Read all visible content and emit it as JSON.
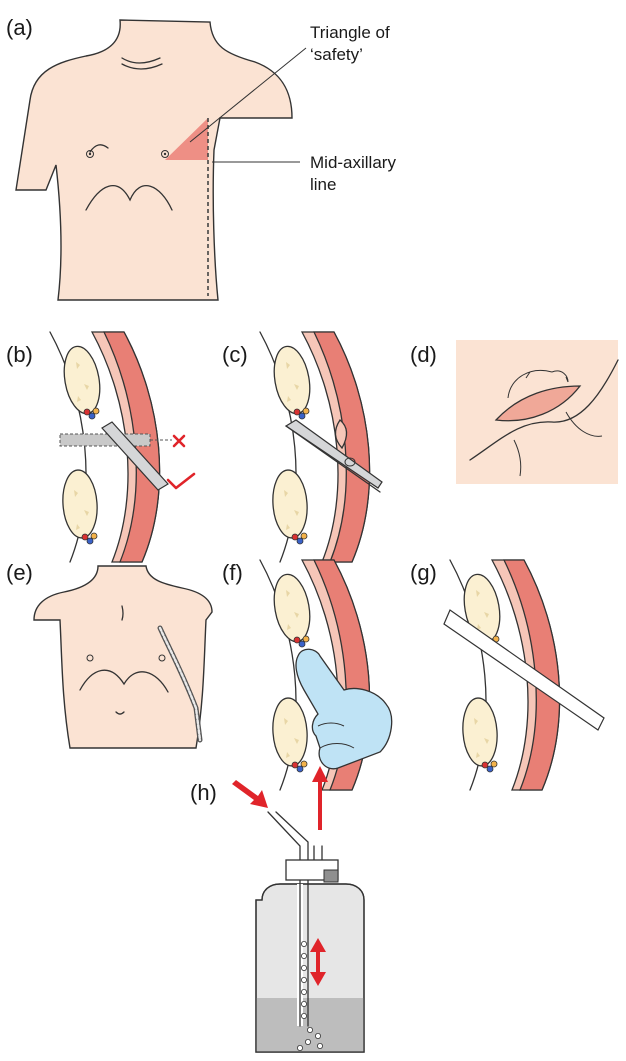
{
  "panel_labels": {
    "a": "(a)",
    "b": "(b)",
    "c": "(c)",
    "d": "(d)",
    "e": "(e)",
    "f": "(f)",
    "g": "(g)",
    "h": "(h)"
  },
  "annotations": {
    "triangle_line1": "Triangle of",
    "triangle_line2": "‘safety’",
    "midaxillary_line1": "Mid-axillary",
    "midaxillary_line2": "line"
  },
  "colors": {
    "skin": "#fbe3d3",
    "tissue": "#e87f75",
    "triangle": "#ee8f85",
    "rib": "#fbf0d2",
    "glove": "#bfe3f5",
    "bottle": "#e6e6e6",
    "fluid": "#bdbdbd",
    "marker_red": "#e0242a"
  }
}
